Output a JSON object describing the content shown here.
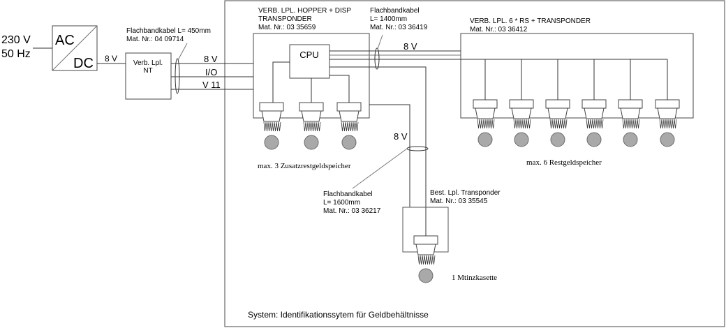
{
  "power_input": {
    "voltage": "230 V",
    "frequency": "50 Hz"
  },
  "converter": {
    "top": "AC",
    "bottom": "DC"
  },
  "converter_output": "8 V",
  "nt_board": {
    "line1": "Verb. Lpl.",
    "line2": "NT"
  },
  "cable_1": {
    "line1": "Flachbandkabel  L= 450mm",
    "line2": "Mat. Nr.: 04 09714"
  },
  "signals": [
    "8  V",
    "I/O",
    "V 11"
  ],
  "hopper_board": {
    "line1": "VERB. LPL. HOPPER + DISP",
    "line2": "TRANSPONDER",
    "line3": "Mat. Nr.: 03 35659",
    "cpu_label": "CPU",
    "sensor_count": 3
  },
  "cable_2": {
    "line1": "Flachbandkabel",
    "line2": "L= 1400mm",
    "line3": "Mat. Nr.: 03 36419"
  },
  "bus_voltage": "8 V",
  "rs_board": {
    "line1": "VERB. LPL. 6 * RS + TRANSPONDER",
    "line2": "Mat. Nr.: 03 36412",
    "sensor_count": 6
  },
  "zusatz_caption": "max. 3 Zusatzrestgeldspeicher",
  "rest_caption": "max. 6 Restgeldspeicher",
  "down_voltage": "8 V",
  "cable_3": {
    "line1": "Flachbandkabel",
    "line2": "L= 1600mm",
    "line3": "Mat. Nr.: 03 36217"
  },
  "transponder_board": {
    "line1": "Best. Lpl. Transponder",
    "line2": "Mat. Nr.: 03 35545",
    "sensor_count": 1
  },
  "cassette_caption": "1 Mtinzkasette",
  "system_title": "System: Identifikationssytem für Geldbehältnisse"
}
